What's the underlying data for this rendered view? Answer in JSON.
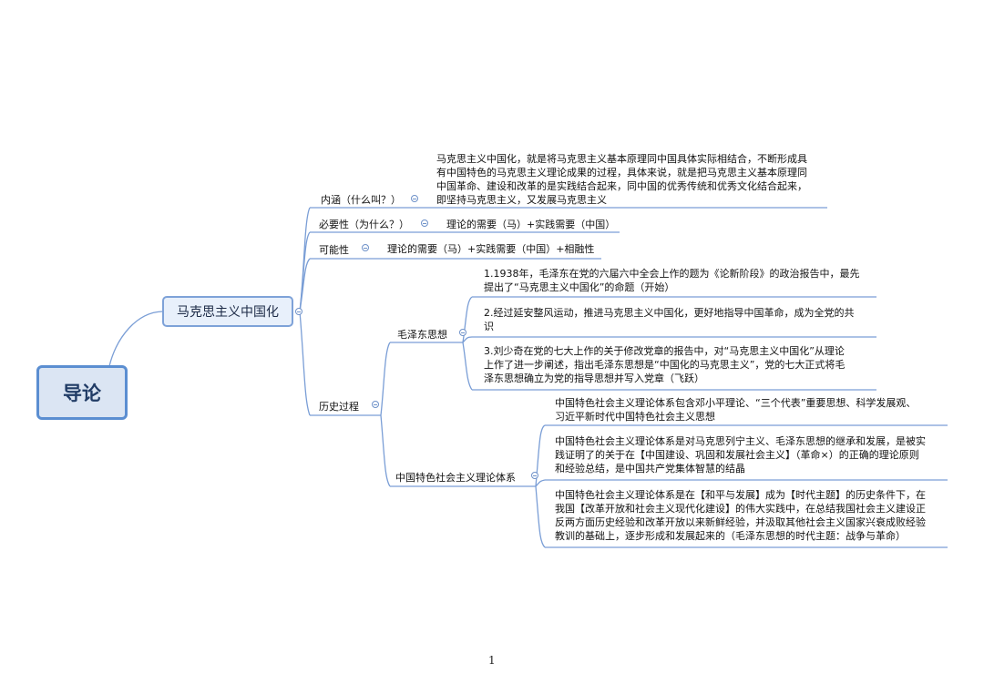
{
  "root": {
    "label": "导论"
  },
  "main": {
    "label": "马克思主义中国化"
  },
  "branches": {
    "connotation": {
      "label": "内涵（什么叫？）",
      "lines": [
        "马克思主义中国化，就是将马克思主义基本原理同中国具体实际相结合，不断形成具",
        "有中国特色的马克思主义理论成果的过程，具体来说，就是把马克思主义基本原理同",
        "中国革命、建设和改革的是实践结合起来，同中国的优秀传统和优秀文化结合起来，",
        "即坚持马克思主义，又发展马克思主义"
      ]
    },
    "necessity": {
      "label": "必要性（为什么？）",
      "text": "理论的需要（马）+实践需要（中国）"
    },
    "possibility": {
      "label": "可能性",
      "text": "理论的需要（马）+实践需要（中国）+相融性"
    },
    "history": {
      "label": "历史过程",
      "mao": {
        "label": "毛泽东思想",
        "items": [
          [
            "1.1938年，毛泽东在党的六届六中全会上作的题为《论新阶段》的政治报告中，最先",
            "提出了“马克思主义中国化”的命题（开始）"
          ],
          [
            "2.经过延安整风运动，推进马克思主义中国化，更好地指导中国革命，成为全党的共",
            "识"
          ],
          [
            "3.刘少奇在党的七大上作的关于修改党章的报告中，对“马克思主义中国化”从理论",
            "上作了进一步阐述，指出毛泽东思想是“中国化的马克思主义”，党的七大正式将毛",
            "泽东思想确立为党的指导思想并写入党章（飞跃）"
          ]
        ]
      },
      "socialism": {
        "label": "中国特色社会主义理论体系",
        "items": [
          [
            "中国特色社会主义理论体系包含邓小平理论、“三个代表”重要思想、科学发展观、",
            "习近平新时代中国特色社会主义思想"
          ],
          [
            "中国特色社会主义理论体系是对马克思列宁主义、毛泽东思想的继承和发展，是被实",
            "践证明了的关于在【中国建设、巩固和发展社会主义】（革命×）的正确的理论原则",
            "和经验总结，是中国共产党集体智慧的结晶"
          ],
          [
            "中国特色社会主义理论体系是在【和平与发展】成为【时代主题】的历史条件下，在",
            "我国【改革开放和社会主义现代化建设】的伟大实践中，在总结我国社会主义建设正",
            "反两方面历史经验和改革开放以来新鲜经验，并汲取其他社会主义国家兴衰成败经验",
            "教训的基础上，逐步形成和发展起来的（毛泽东思想的时代主题：战争与革命）"
          ]
        ]
      }
    }
  },
  "page_number": "1",
  "colors": {
    "line": "#7a9ed6",
    "root_border": "#5b8ed1",
    "root_fill": "#dbe5f3",
    "main_border": "#7ea2d8"
  }
}
